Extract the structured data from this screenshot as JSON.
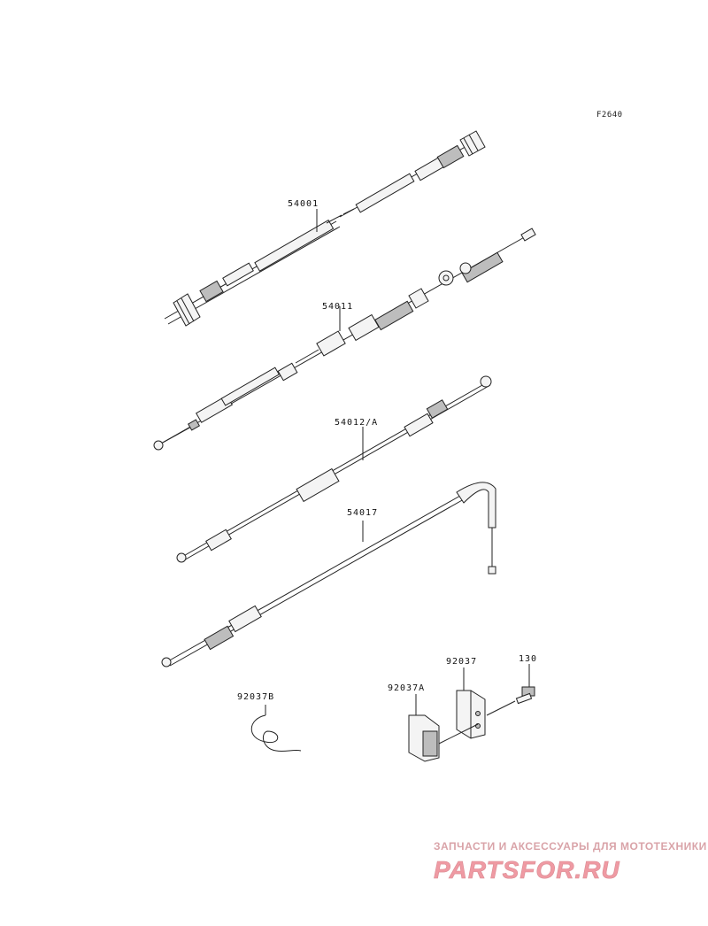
{
  "figure_ref": "F2640",
  "parts": {
    "speedometer_cable": "54001",
    "throttle_cable": "54011",
    "throttle_cable_alt": "54012/A",
    "choke_cable": "54017",
    "clamp": "92037",
    "clamp_a": "92037A",
    "clamp_b": "92037B",
    "bolt": "130"
  },
  "watermark": {
    "tagline": "ЗАПЧАСТИ И АКСЕССУАРЫ ДЛЯ МОТОТЕХНИКИ",
    "logo": "PARTSFOR.RU"
  }
}
